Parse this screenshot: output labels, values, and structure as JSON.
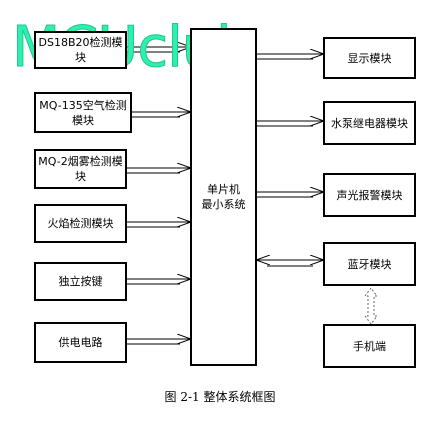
{
  "diagram": {
    "inputs": [
      {
        "line1": "DS18B20检测模",
        "line2": "块"
      },
      {
        "line1": "MQ-135空气检测",
        "line2": "模块"
      },
      {
        "line1": "MQ-2烟雾检测模",
        "line2": "块"
      },
      {
        "line1": "火焰检测模块",
        "line2": ""
      },
      {
        "line1": "独立按键",
        "line2": ""
      },
      {
        "line1": "供电电路",
        "line2": ""
      }
    ],
    "mcu": {
      "line1": "单片机",
      "line2": "最小系统"
    },
    "outputs": [
      {
        "label": "显示模块"
      },
      {
        "label": "水泵继电器模块"
      },
      {
        "label": "声光报警模块"
      },
      {
        "label": "蓝牙模块"
      }
    ],
    "phone": {
      "label": "手机端"
    },
    "caption": "图 2-1 整体系统框图"
  },
  "watermark": "MCUclub",
  "colors": {
    "watermark": "#2ef0ae",
    "stroke": "#000000",
    "dashed_arrow": "#666666"
  }
}
